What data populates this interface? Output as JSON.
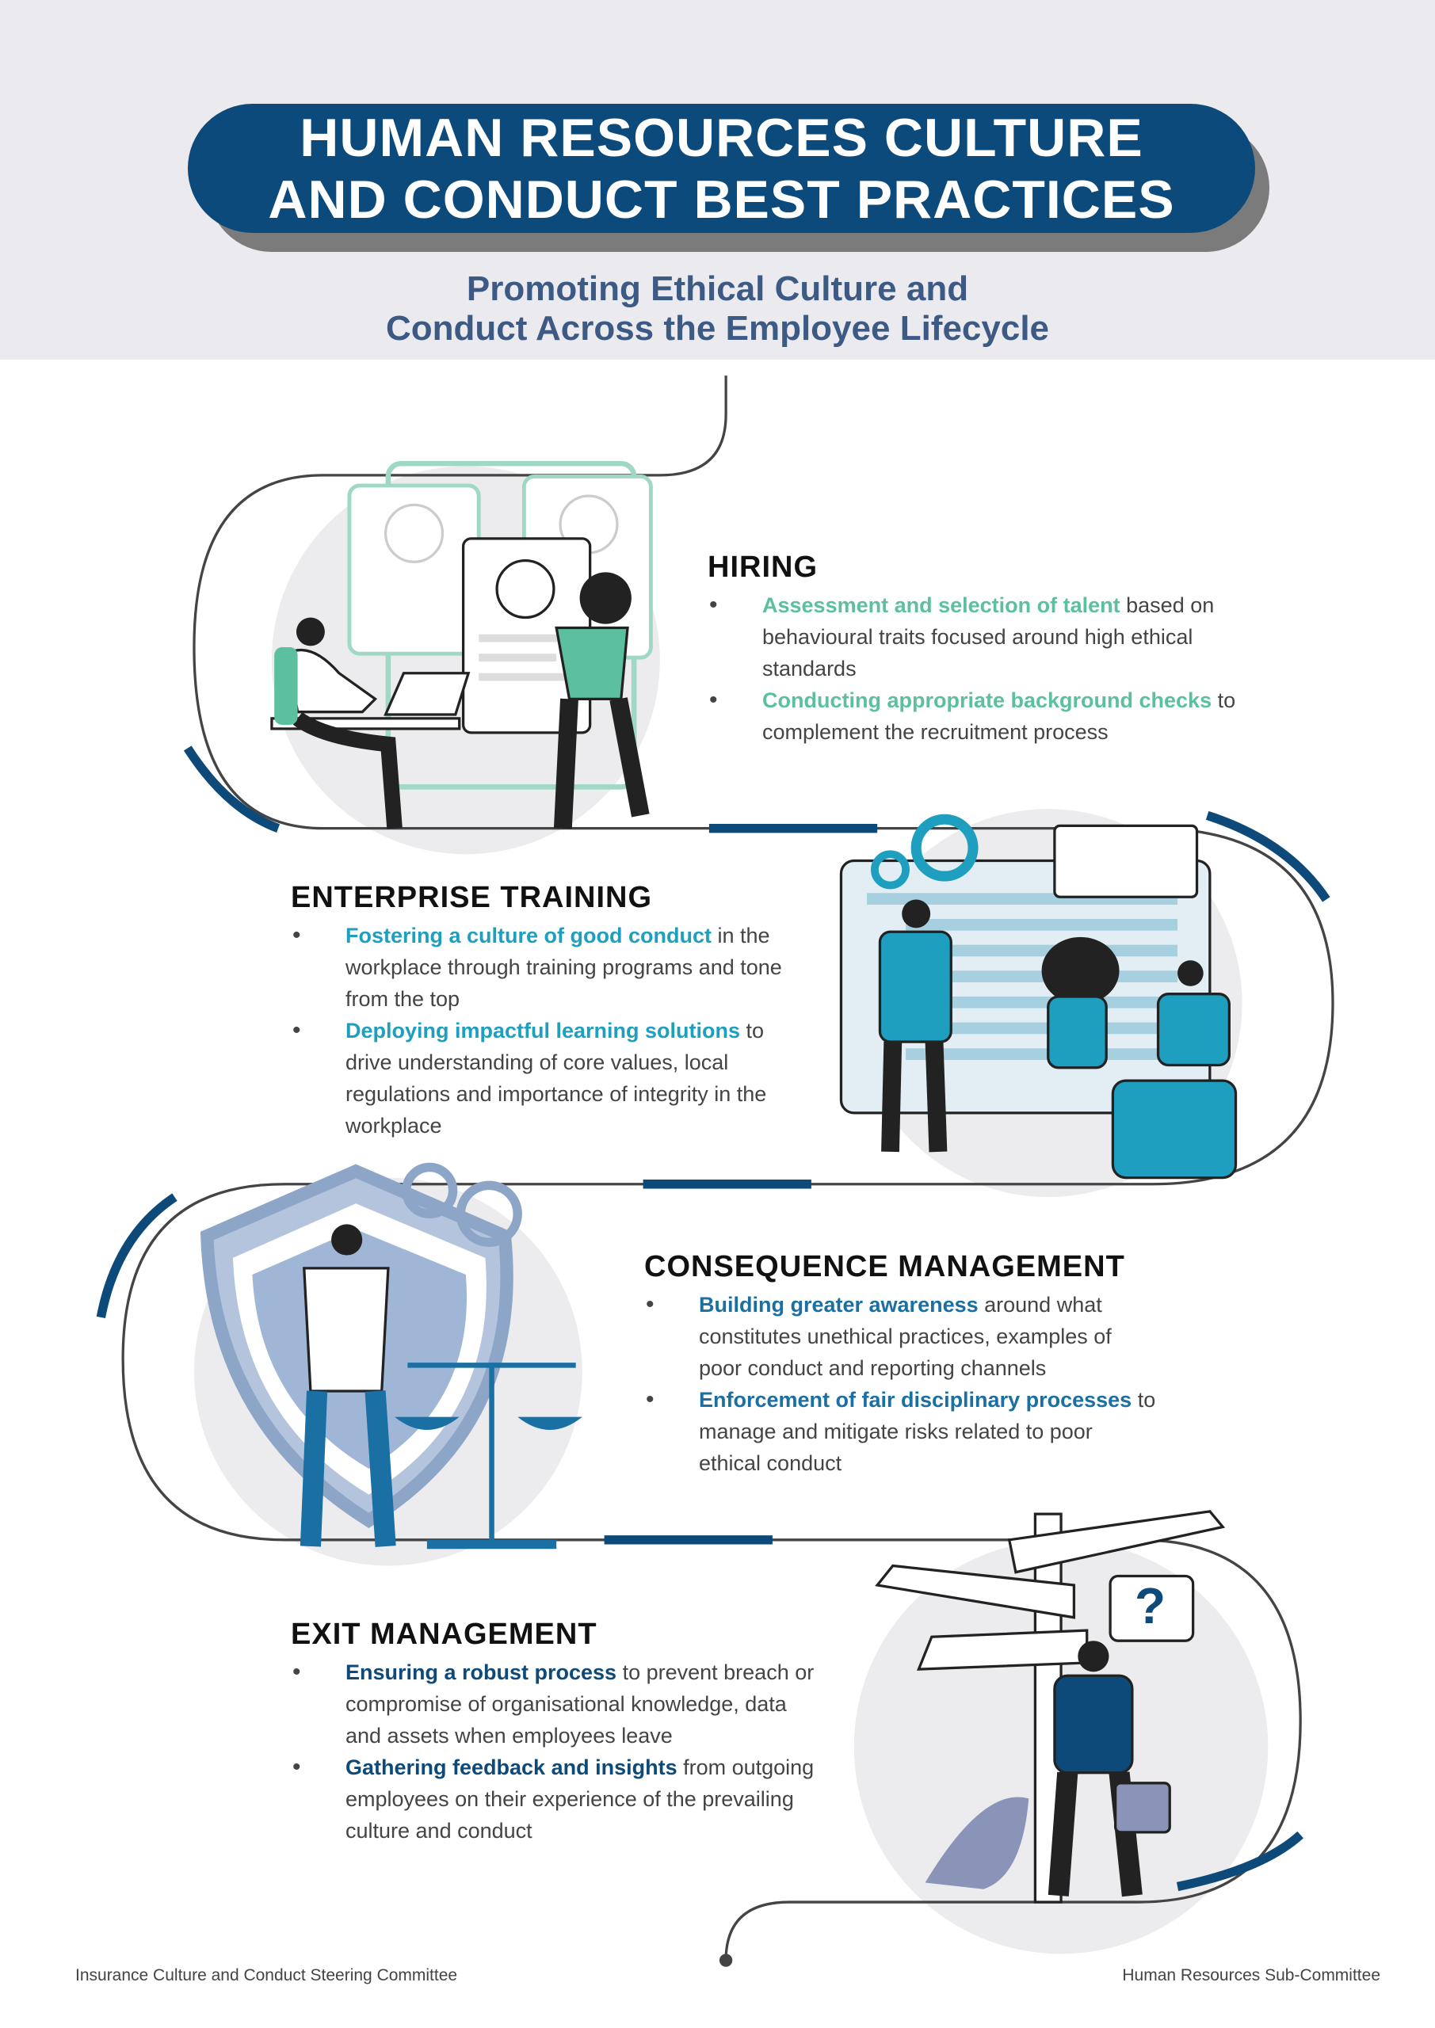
{
  "header": {
    "title_line1": "HUMAN RESOURCES CULTURE",
    "title_line2": "AND CONDUCT BEST PRACTICES",
    "subtitle_line1": "Promoting Ethical Culture and",
    "subtitle_line2": "Conduct Across the Employee Lifecycle"
  },
  "colors": {
    "title_bg": "#0b4a7a",
    "hiring": "#5cbf9f",
    "training": "#1f9fc0",
    "consequence": "#1a6fa3",
    "exit": "#0d4a7a"
  },
  "sections": [
    {
      "title": "HIRING",
      "bullets": [
        {
          "bold": "Assessment and selection of talent",
          "rest": " based on behavioural traits focused around high ethical standards"
        },
        {
          "bold": "Conducting appropriate background checks",
          "rest": " to complement the recruitment process"
        }
      ]
    },
    {
      "title": "ENTERPRISE TRAINING",
      "bullets": [
        {
          "bold": "Fostering a culture of good conduct",
          "rest": " in the workplace through training programs and tone from the top"
        },
        {
          "bold": "Deploying impactful learning solutions",
          "rest": " to drive understanding of core values, local regulations and importance of integrity in the workplace"
        }
      ]
    },
    {
      "title": "CONSEQUENCE MANAGEMENT",
      "bullets": [
        {
          "bold": "Building greater awareness",
          "rest": " around what constitutes unethical practices, examples of poor conduct and reporting channels"
        },
        {
          "bold": "Enforcement of fair disciplinary processes",
          "rest": " to manage and mitigate risks related to poor ethical conduct"
        }
      ]
    },
    {
      "title": "EXIT MANAGEMENT",
      "bullets": [
        {
          "bold": "Ensuring a robust process",
          "rest": " to prevent breach or compromise of organisational knowledge, data and assets when employees leave"
        },
        {
          "bold": "Gathering feedback and insights",
          "rest": " from outgoing employees on their experience of the prevailing culture and conduct"
        }
      ]
    }
  ],
  "exit_sign": "?",
  "footer": {
    "left": "Insurance Culture and Conduct Steering Committee",
    "right": "Human Resources Sub-Committee"
  }
}
